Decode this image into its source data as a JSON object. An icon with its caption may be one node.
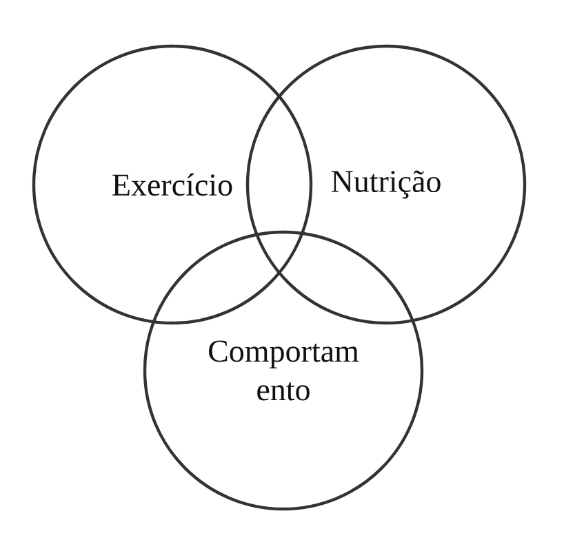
{
  "diagram": {
    "nodes": [
      {
        "text": [
          "Exercício"
        ]
      },
      {
        "text": [
          "Nutrição"
        ]
      },
      {
        "text": [
          "Comportam ento"
        ]
      }
    ]
  }
}
